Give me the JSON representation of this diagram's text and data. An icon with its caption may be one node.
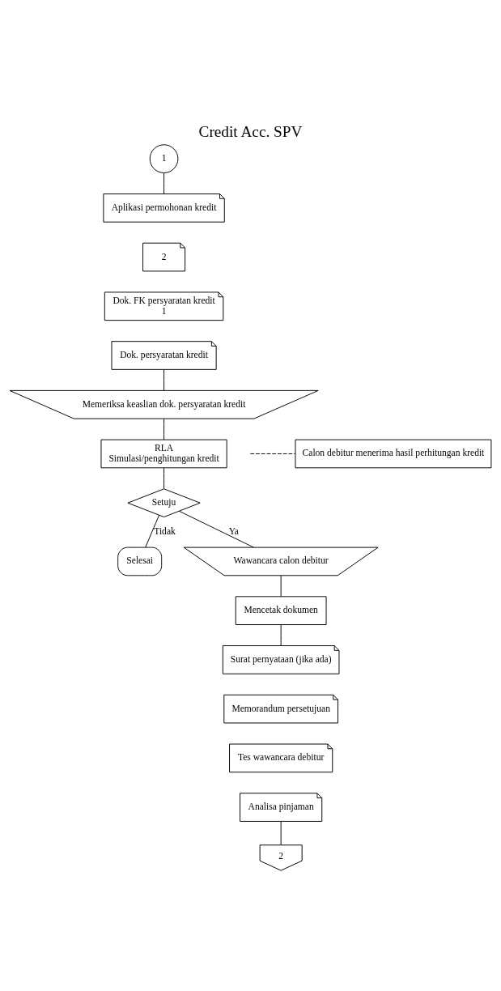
{
  "diagram": {
    "title": "Credit Acc. SPV",
    "nodes": [
      {
        "text": [
          "1"
        ]
      },
      {
        "text": [
          "Aplikasi permohonan kredit"
        ]
      },
      {
        "text": [
          "2"
        ]
      },
      {
        "text": [
          "Dok. FK persyaratan kredit",
          "1"
        ]
      },
      {
        "text": [
          "Dok. persyaratan kredit"
        ]
      },
      {
        "text": [
          "Memeriksa keaslian dok. persyaratan kredit"
        ]
      },
      {
        "text": [
          "RLA",
          "Simulasi/penghitungan kredit"
        ]
      },
      {
        "text": [
          "Calon debitur menerima hasil perhitungan kredit"
        ]
      },
      {
        "text": [
          "Setuju"
        ]
      },
      {
        "text": [
          "Selesai"
        ]
      },
      {
        "text": [
          "Wawancara calon debitur"
        ]
      },
      {
        "text": [
          "Mencetak dokumen"
        ]
      },
      {
        "text": [
          "Surat pernyataan (jika ada)"
        ]
      },
      {
        "text": [
          "Memorandum persetujuan"
        ]
      },
      {
        "text": [
          "Tes wawancara debitur"
        ]
      },
      {
        "text": [
          "Analisa pinjaman"
        ]
      },
      {
        "text": [
          "2"
        ]
      }
    ],
    "edges": [
      {
        "from": 0,
        "to": 1,
        "arrow": "none"
      },
      {
        "from": 4,
        "to": 5,
        "arrow": "none"
      },
      {
        "from": 5,
        "to": 6,
        "arrow": "none"
      },
      {
        "from": 6,
        "to": 8,
        "arrow": "none"
      },
      {
        "from": null,
        "to": 7,
        "arrow": "none",
        "style": "dashed"
      },
      {
        "from": 8,
        "to": 9,
        "label": "Tidak",
        "arrow": "none"
      },
      {
        "from": 8,
        "to": 10,
        "label": "Ya",
        "arrow": "none"
      },
      {
        "from": 10,
        "to": 11,
        "arrow": "none"
      },
      {
        "from": 11,
        "to": 12,
        "arrow": "none"
      },
      {
        "from": 15,
        "to": 16,
        "arrow": "none"
      }
    ]
  }
}
